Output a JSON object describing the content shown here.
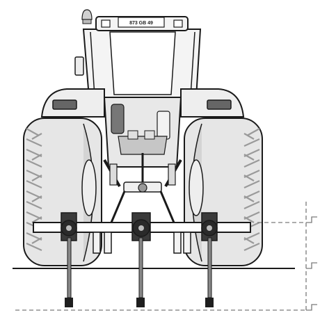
{
  "figure": {
    "license_plate": "873 GB 49"
  },
  "colors": {
    "outline": "#1a1a1a",
    "tyre": "#e6e6e6",
    "tyre_tread": "#bdbdbd",
    "body": "#f2f2f2",
    "shade": "#cfcfcf",
    "dark": "#555555",
    "dashed": "#7a7a7a"
  },
  "icons": [
    "tractor-rear-view",
    "cultivator-toolbar",
    "tine-unit",
    "depth-dimension-lines"
  ]
}
